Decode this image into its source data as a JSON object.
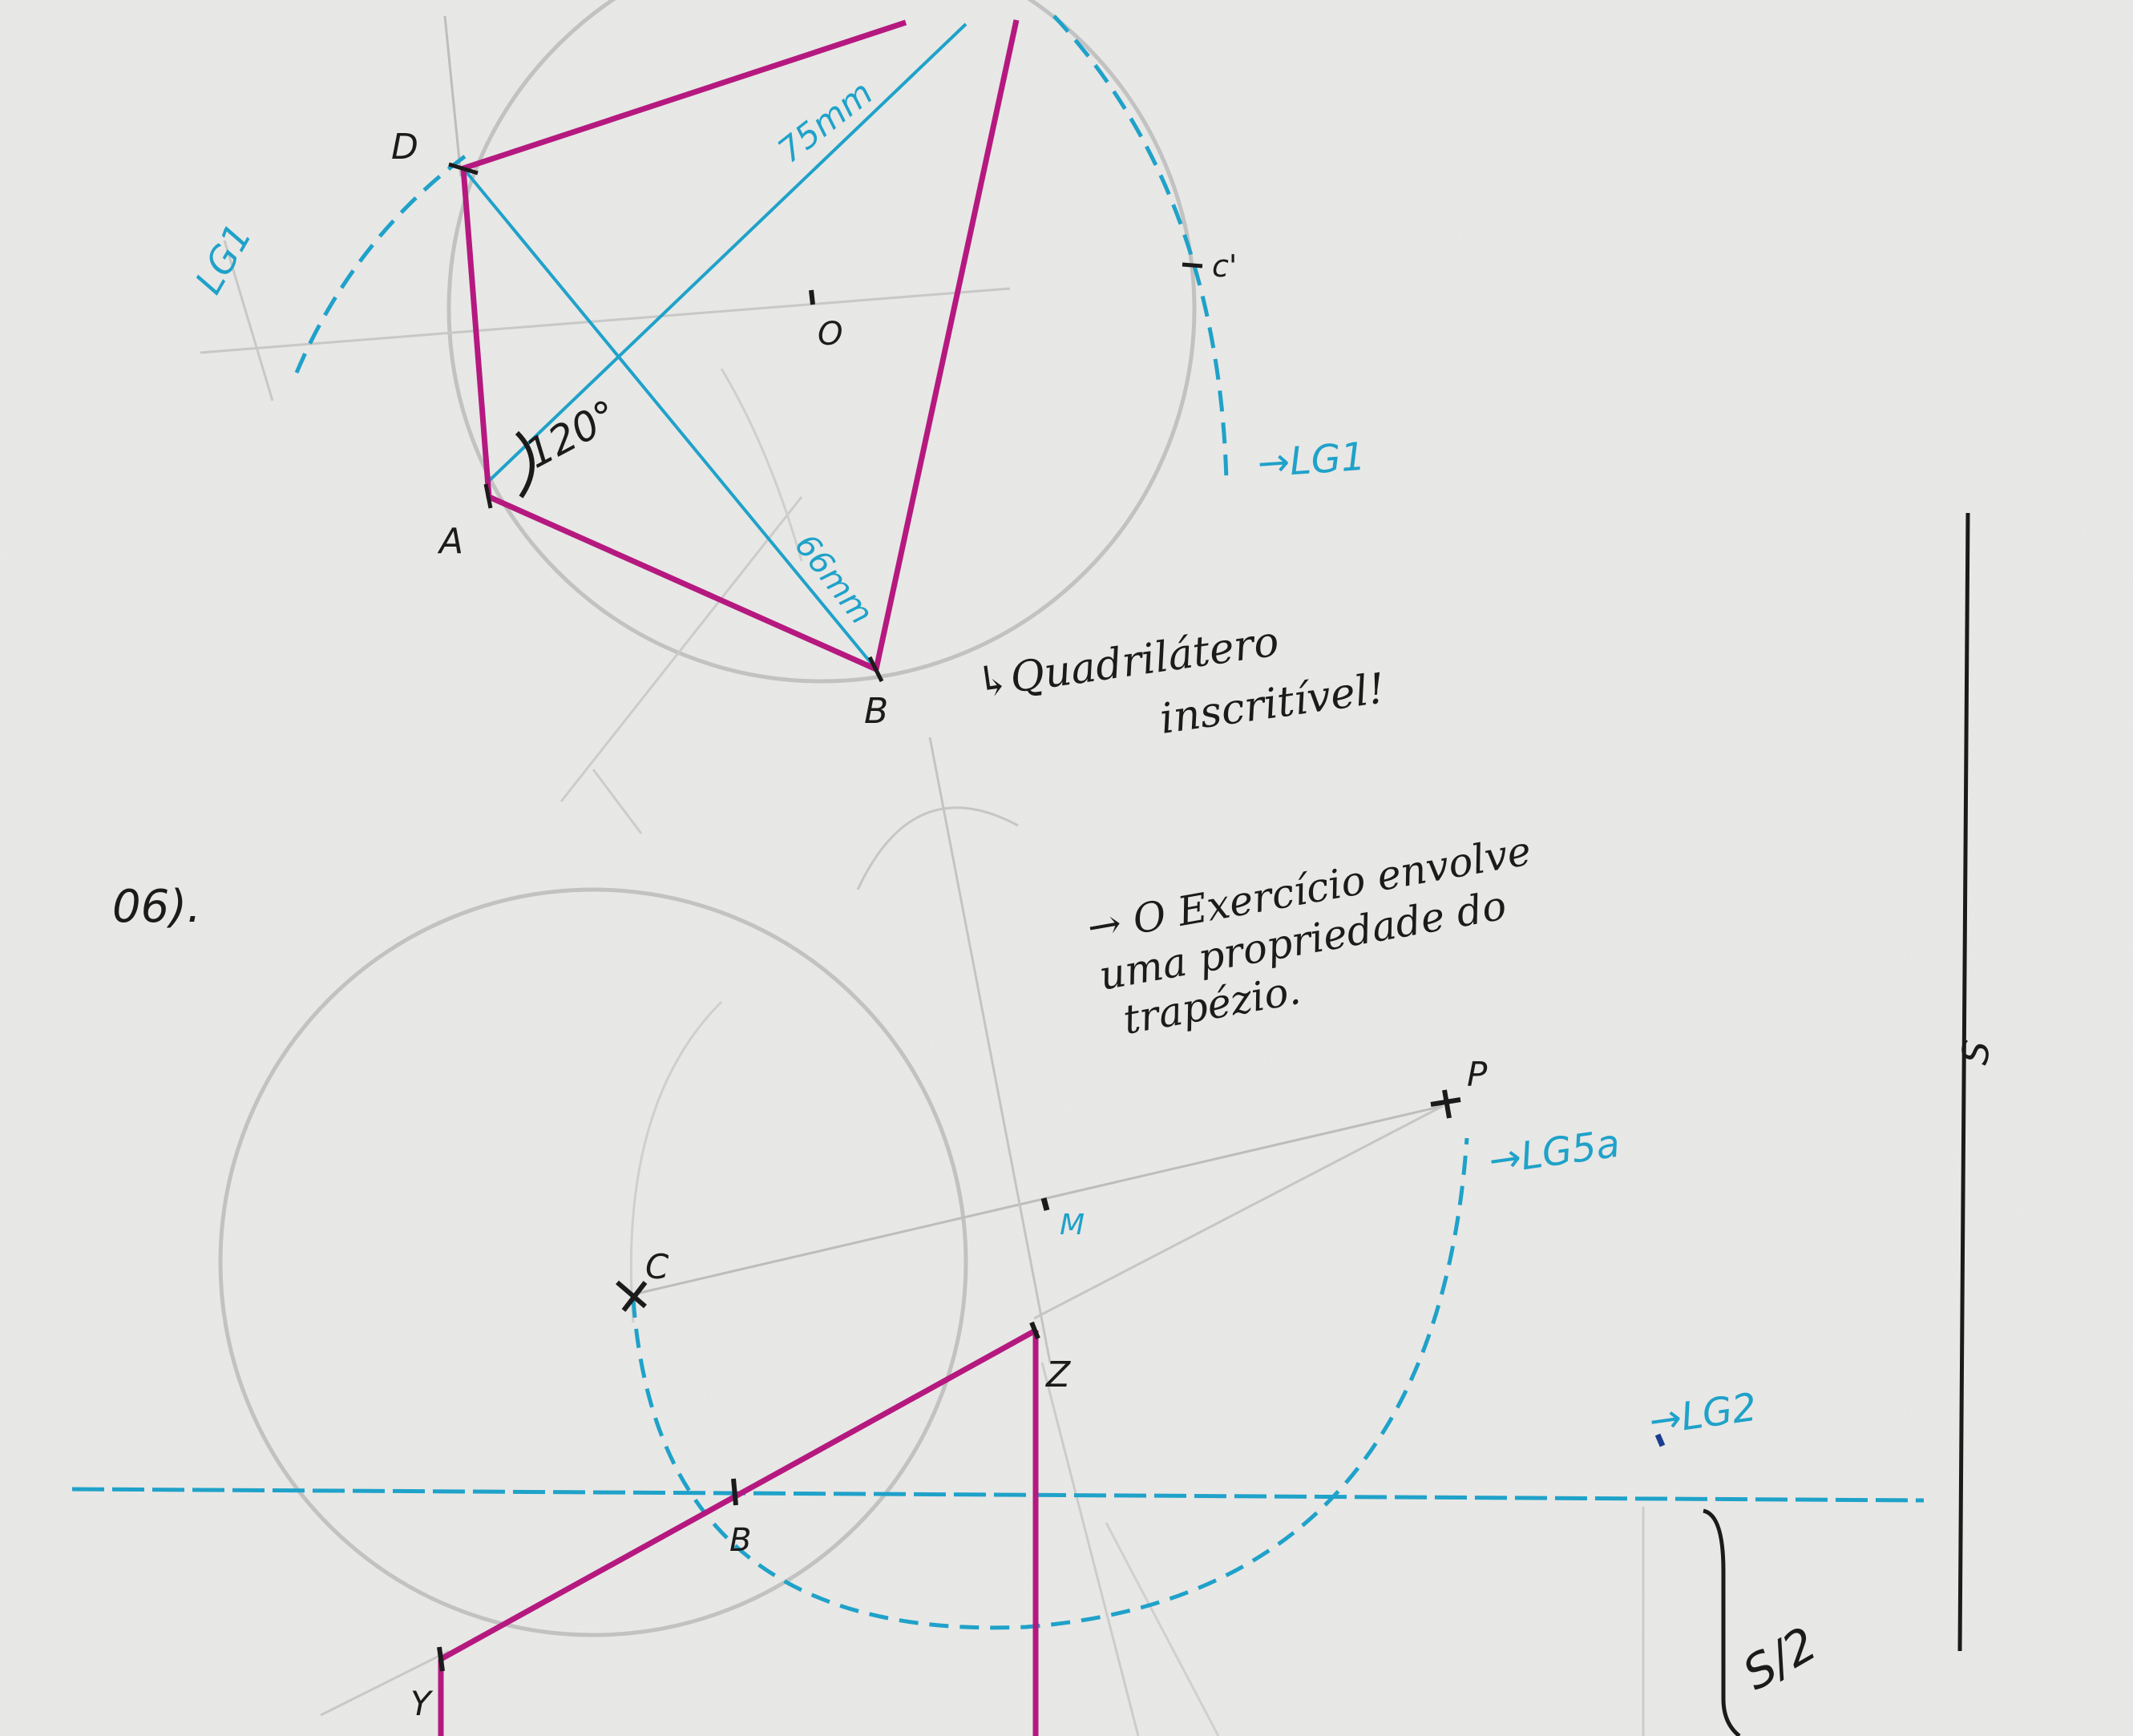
{
  "colors": {
    "paper": "#ebebe9",
    "pencil": "#c2c2c2",
    "magenta": "#b5197f",
    "cyan": "#1fa2c9",
    "ink": "#1b1b1b"
  },
  "top": {
    "vertices": {
      "D": "D",
      "A": "A",
      "B": "B"
    },
    "center_label": "O",
    "point_c": "c'",
    "angle": "120°",
    "dim_75": "75mm",
    "dim_66": "66mm",
    "lg1_left": "LG1",
    "lg1_right": "→LG1",
    "conclusion": [
      "↳Quadrilátero",
      "inscritível!"
    ]
  },
  "bottom": {
    "exercise_number": "06).",
    "note": [
      "→ O Exercício envolve",
      "uma propriedade do",
      "trapézio."
    ],
    "points": {
      "C": "C",
      "P": "P",
      "M": "M",
      "Z": "Z",
      "B": "B",
      "Y": "Y"
    },
    "lg5a": "→LG5a",
    "lg2": "→LG2",
    "segment_label": "S",
    "half_label": "S/2"
  }
}
